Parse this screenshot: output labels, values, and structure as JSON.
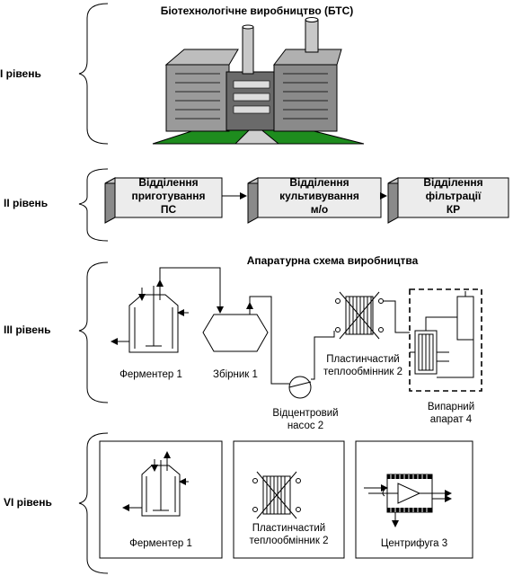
{
  "title": "Біотехнологічне виробництво (БТС)",
  "levels": {
    "l1": "І рівень",
    "l2": "ІІ рівень",
    "l3": "ІІІ рівень",
    "l4": "VІ рівень"
  },
  "departments": [
    {
      "line1": "Відділення",
      "line2": "приготування",
      "line3": "ПС"
    },
    {
      "line1": "Відділення",
      "line2": "культивування",
      "line3": "м/о"
    },
    {
      "line1": "Відділення",
      "line2": "фільтрації",
      "line3": "КР"
    }
  ],
  "scheme_title": "Апаратурна схема виробництва",
  "scheme": {
    "fermenter": "Ферментер 1",
    "collector": "Збірник 1",
    "pump_line1": "Відцентровий",
    "pump_line2": "насос 2",
    "exchanger_line1": "Пластинчастий",
    "exchanger_line2": "теплообмінник 2",
    "evaporator_line1": "Випарний",
    "evaporator_line2": "апарат 4"
  },
  "level4": {
    "fermenter": "Ферментер 1",
    "exchanger_line1": "Пластинчастий",
    "exchanger_line2": "теплообмінник 2",
    "centrifuge": "Центрифуга 3"
  }
}
